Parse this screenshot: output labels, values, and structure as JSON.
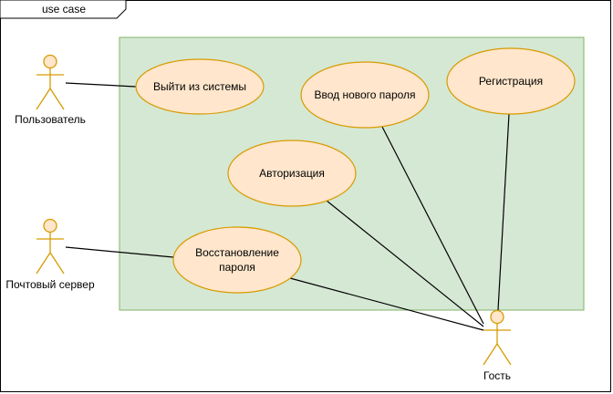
{
  "frame_label": "use case",
  "colors": {
    "system_fill": "#d5e8d4",
    "system_stroke": "#82b366",
    "usecase_fill": "#ffe6cc",
    "usecase_stroke": "#d79b00",
    "line": "#000000"
  },
  "actors": [
    {
      "id": "user",
      "label": "Пользователь"
    },
    {
      "id": "mail",
      "label": "Почтовый сервер"
    },
    {
      "id": "guest",
      "label": "Гость"
    }
  ],
  "use_cases": [
    {
      "id": "logout",
      "lines": [
        "Выйти из системы"
      ]
    },
    {
      "id": "newpass",
      "lines": [
        "Ввод нового пароля"
      ]
    },
    {
      "id": "register",
      "lines": [
        "Регистрация"
      ]
    },
    {
      "id": "auth",
      "lines": [
        "Авторизация"
      ]
    },
    {
      "id": "restore",
      "lines": [
        "Восстановление",
        "пароля"
      ]
    }
  ],
  "associations": [
    {
      "from": "user",
      "to": "logout"
    },
    {
      "from": "mail",
      "to": "restore"
    },
    {
      "from": "guest",
      "to": "restore"
    },
    {
      "from": "guest",
      "to": "auth"
    },
    {
      "from": "guest",
      "to": "newpass"
    },
    {
      "from": "guest",
      "to": "register"
    }
  ]
}
